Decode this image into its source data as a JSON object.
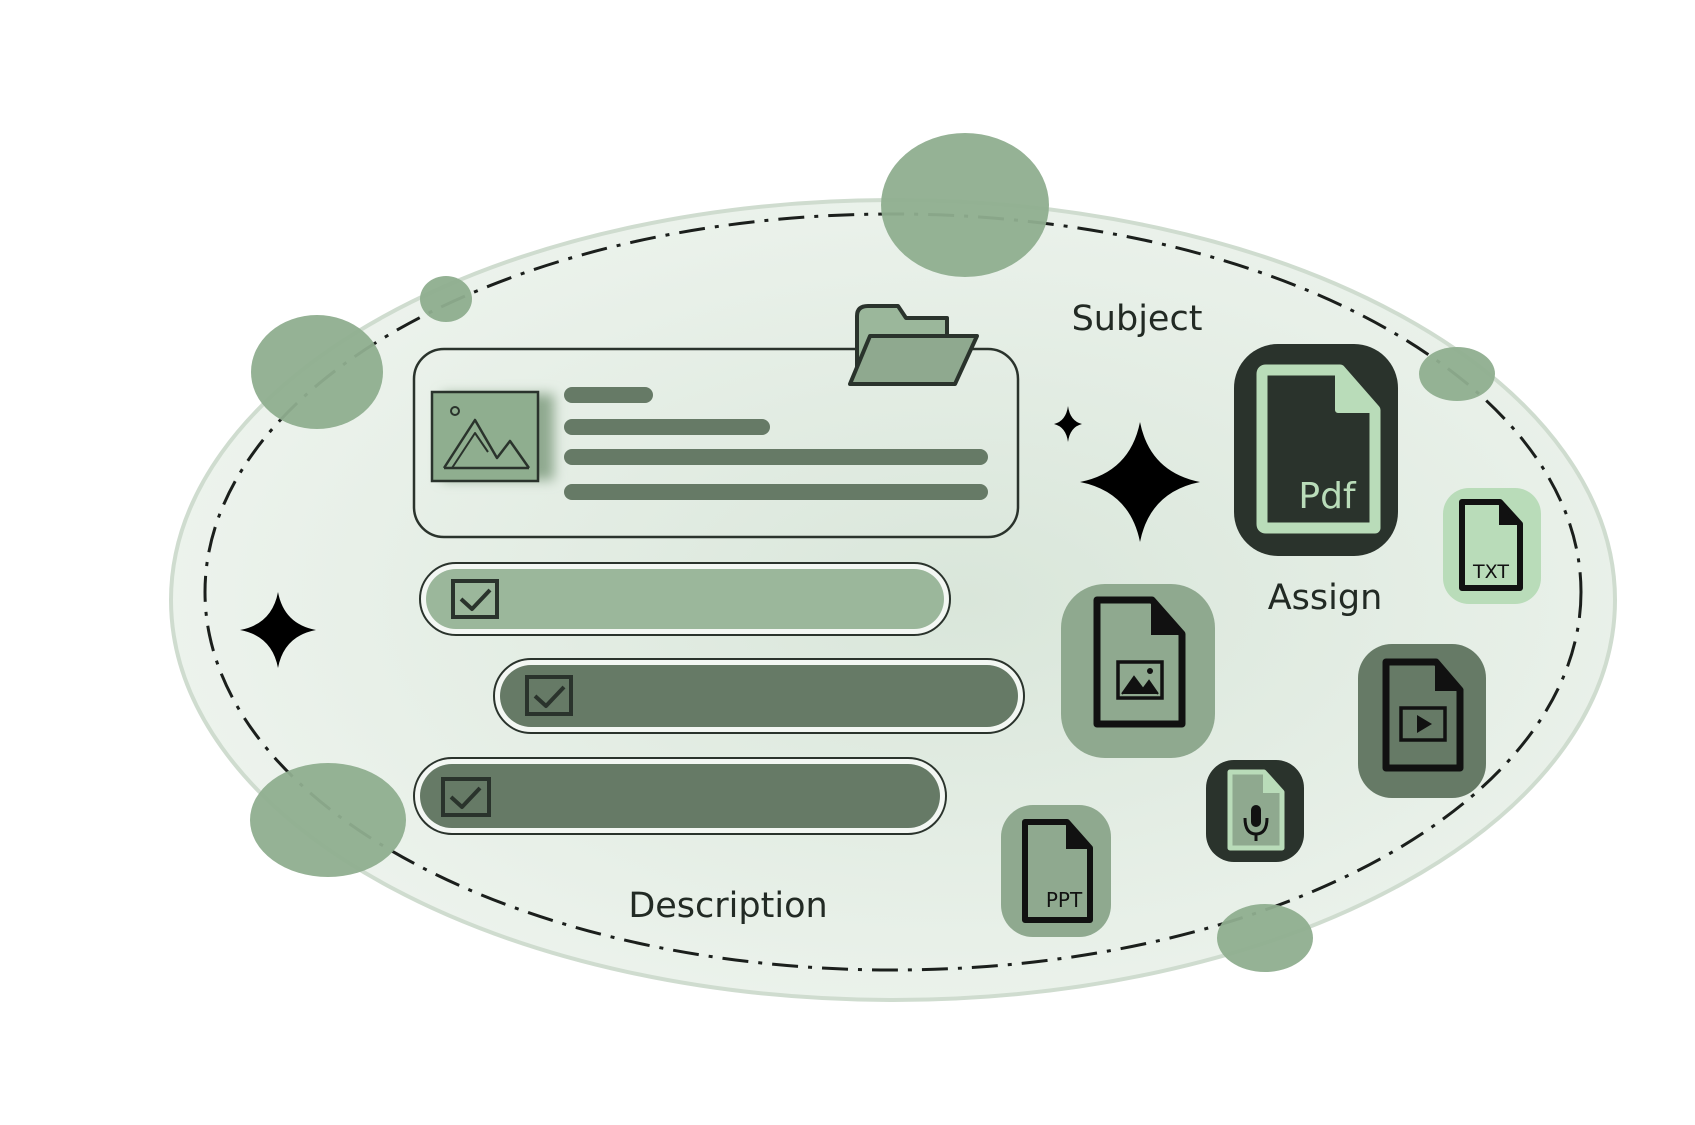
{
  "labels": {
    "subject": "Subject",
    "assign": "Assign",
    "description": "Description"
  },
  "file_types": {
    "pdf": "Pdf",
    "txt": "TXT",
    "ppt": "PPT"
  },
  "icons": [
    "folder-icon",
    "image-icon",
    "checkbox-icon",
    "sparkle-icon",
    "pdf-file-icon",
    "txt-file-icon",
    "image-file-icon",
    "video-file-icon",
    "audio-file-icon",
    "ppt-file-icon"
  ],
  "colors": {
    "ellipse_fill": "#e3ece4",
    "blob": "#8fae8f",
    "dark": "#2a332c",
    "mid_green": "#667a66",
    "light_green": "#9bb79b",
    "mint": "#b9dcb9",
    "tile_mid": "#8fa98f"
  }
}
